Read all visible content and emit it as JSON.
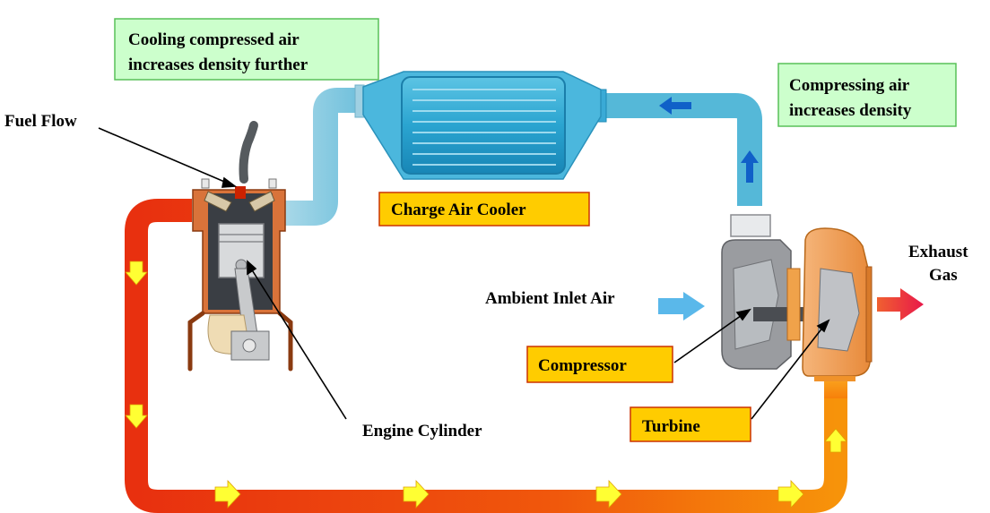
{
  "labels": {
    "cooling_line1": "Cooling compressed air",
    "cooling_line2": "increases density further",
    "compressing_line1": "Compressing air",
    "compressing_line2": "increases density",
    "fuel_flow": "Fuel Flow",
    "charge_air_cooler": "Charge Air Cooler",
    "ambient_inlet_air": "Ambient Inlet Air",
    "exhaust_line1": "Exhaust",
    "exhaust_line2": "Gas",
    "compressor": "Compressor",
    "turbine": "Turbine",
    "engine_cylinder": "Engine Cylinder"
  },
  "colors": {
    "note_box_fill": "#ccffcc",
    "label_box_fill": "#ffcc00",
    "label_box_border": "#cc3300",
    "cold_air": "#55b8d8",
    "hot_exhaust": "#f05010",
    "flow_arrow": "#ffff33"
  }
}
